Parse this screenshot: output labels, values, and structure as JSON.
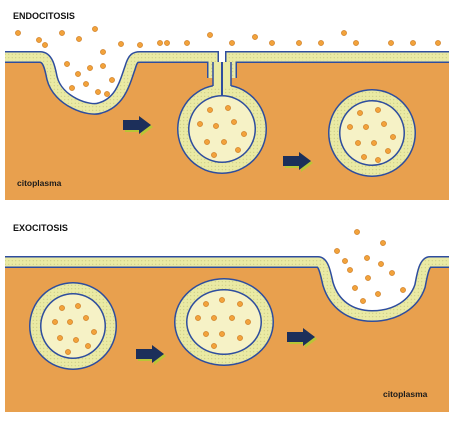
{
  "panels": [
    {
      "title": "ENDOCITOSIS",
      "label": "citoplasma"
    },
    {
      "title": "EXOCITOSIS",
      "label": "citoplasma"
    }
  ],
  "colors": {
    "cytoplasm": "#e8a04e",
    "membrane": "#eaeaa4",
    "membrane_head": "#2e4d9e",
    "vesicle_lumen": "#f6f2c6",
    "particle": "#f2a23b",
    "arrow": "#1c2f5a",
    "arrow_side": "#b9c536"
  },
  "icons": [
    "arrow-right-icon"
  ]
}
